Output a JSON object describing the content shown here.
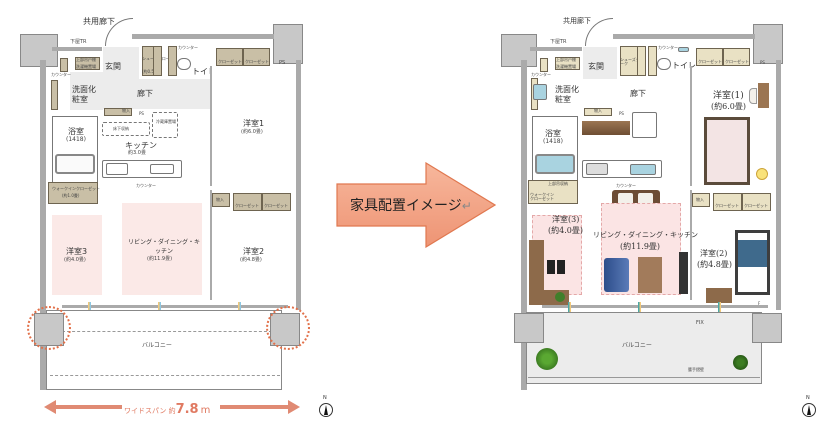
{
  "before_plan": {
    "labels": {
      "common_corridor": "共用廊下",
      "lower_tr": "下屋TR",
      "entrance": "玄関",
      "shoes_cloak": "シューズクローク",
      "shoes_cloak_size": "(約0.5畳)",
      "movable_shelf": "可動棚",
      "toilet": "トイレ",
      "counter_toilet": "カウンター",
      "closet_a": "クローゼット",
      "closet_b": "クローゼット",
      "ps_top": "PS",
      "upper_cabinet": "上部吊戸棚",
      "laundry_pan": "洗濯機置場",
      "counter_wash": "カウンター",
      "washroom": "洗面化粧室",
      "corridor": "廊下",
      "storage": "物入",
      "ps_mid": "PS",
      "fridge": "冷蔵庫置場",
      "floor_storage": "床下収納",
      "bathroom": "浴室",
      "bathroom_size": "(1418)",
      "kitchen": "キッチン",
      "kitchen_size": "約3.0畳",
      "counter_kitchen": "カウンター",
      "bedroom1": "洋室1",
      "bedroom1_size": "(約6.0畳)",
      "walkin": "ウォークインクローゼット",
      "walkin_size": "(約1.0畳)",
      "storage_b2": "物入",
      "closet_c": "クローゼット",
      "closet_d": "クローゼット",
      "bedroom3": "洋室3",
      "bedroom3_size": "(約4.0畳)",
      "ldk": "リビング・ダイニング・キッチン",
      "ldk_size": "(約11.9畳)",
      "bedroom2": "洋室2",
      "bedroom2_size": "(約4.8畳)",
      "balcony": "バルコニー"
    },
    "wide_span": {
      "prefix": "ワイドスパン 約",
      "value": "7.8",
      "unit": "m"
    },
    "compass_label": "N"
  },
  "arrow_callout": {
    "text": "家具配置イメージ",
    "return_mark": "↵",
    "fill_color": "#f2a488",
    "border_color": "#e07850"
  },
  "after_plan": {
    "labels": {
      "common_corridor": "共用廊下",
      "lower_tr": "下屋TR",
      "entrance": "玄関",
      "shoes_cloak": "シューズクローク",
      "movable_shelf": "可動棚",
      "toilet": "トイレ",
      "counter_toilet": "カウンター",
      "closet_a": "クローゼット",
      "closet_b": "クローゼット",
      "ps_top": "PS",
      "upper_cabinet": "上部吊戸棚",
      "laundry_pan": "洗濯機置場",
      "counter_wash": "カウンター",
      "washroom": "洗面化粧室",
      "corridor": "廊下",
      "storage": "物入",
      "ps_mid": "PS",
      "bathroom": "浴室",
      "bathroom_size": "(1418)",
      "counter_kitchen": "カウンター",
      "bedroom1": "洋室(1)",
      "bedroom1_size": "(約6.0畳)",
      "walkin_upper": "上部吊収納",
      "walkin": "ウォークインクローゼット",
      "storage_b2": "物入",
      "closet_c": "クローゼット",
      "closet_d": "クローゼット",
      "bedroom3": "洋室(3)",
      "bedroom3_size": "(約4.0畳)",
      "ldk": "リビング・ダイニング・キッチン",
      "ldk_size": "(約11.9畳)",
      "bedroom2": "洋室(2)",
      "bedroom2_size": "(約4.8畳)",
      "fix": "FIX",
      "balcony": "バルコニー",
      "handrail": "腰手摺壁",
      "f_mark": "F"
    },
    "compass_label": "N"
  }
}
